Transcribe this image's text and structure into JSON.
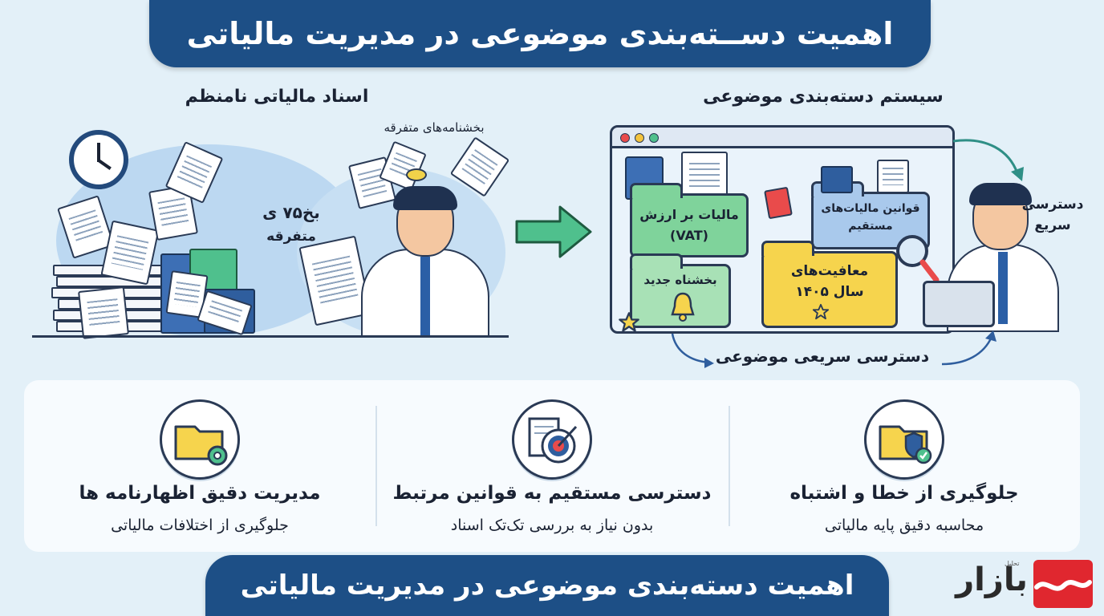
{
  "header": {
    "title": "اهمیت دســته‌بندی موضوعی در مدیریت مالیاتی"
  },
  "left_panel": {
    "title": "اسناد مالیاتی نامنظم",
    "scattered_circulars_label": "بخشنامه‌های متفرقه",
    "count_label": "بخ۷۵ ی",
    "count_sub_label": "متفرقه"
  },
  "right_panel": {
    "title": "سیستم دسته‌بندی موضوعی",
    "folders": {
      "vat": {
        "line1": "مالیات بر ارزش",
        "line2": "(VAT)"
      },
      "new_circular": {
        "label": "بخشناه جدید"
      },
      "direct_tax": {
        "line1": "قوانین مالیات‌های",
        "line2": "مستقیم"
      },
      "exemptions": {
        "line1": "معافیت‌های",
        "line2": "سال ۱۴۰۵"
      }
    },
    "quick_access_label": {
      "line1": "دسترسی",
      "line2": "سریع"
    },
    "quick_topic_access": "دسترسی سریعی موضوعی"
  },
  "benefits": [
    {
      "icon": "folder-gear-icon",
      "title": "مدیریت دقیق اظهارنامه ها",
      "subtitle": "جلوگیری از اختلافات مالیاتی"
    },
    {
      "icon": "target-document-icon",
      "title": "دسترسی مستقیم به قوانین مرتبط",
      "subtitle": "بدون نیاز به بررسی تک‌تک اسناد"
    },
    {
      "icon": "folder-shield-icon",
      "title": "جلوگیری از خطا و اشتباه",
      "subtitle": "محاسبه دقیق پایه مالیاتی"
    }
  ],
  "footer": {
    "title": "اهمیت دسته‌بندی موضوعی در مدیریت مالیاتی"
  },
  "logo": {
    "text": "بازار",
    "tagline": "تحلیل"
  },
  "colors": {
    "navy": "#1d4f86",
    "background": "#e3f0f8",
    "green_folder": "#7fd39b",
    "blue_folder": "#a9c9ec",
    "yellow_folder": "#f6d44d",
    "logo_red": "#e0272f"
  }
}
